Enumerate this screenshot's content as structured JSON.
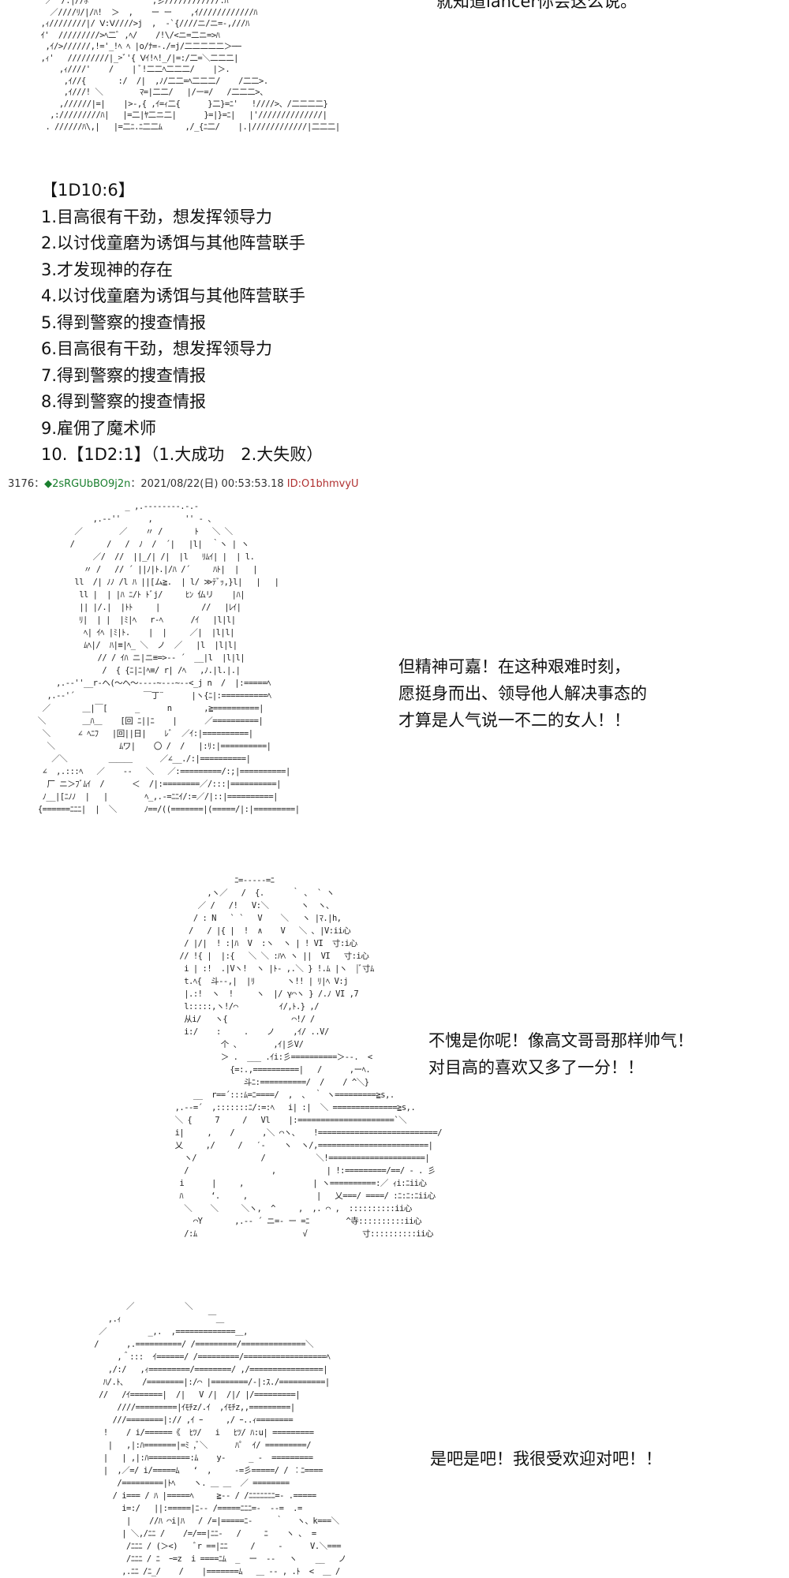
{
  "top_caption": "就知道lancer你会这么说。",
  "roll_header": "【1D10:6】",
  "choices": [
    "1.目高很有干劲，想发挥领导力",
    "2.以讨伐童磨为诱饵与其他阵营联手",
    "3.才发现神的存在",
    "4.以讨伐童磨为诱饵与其他阵营联手",
    "5.得到警察的搜查情报",
    "6.目高很有干劲，想发挥领导力",
    "7.得到警察的搜查情报",
    "8.得到警察的搜查情报",
    "9.雇佣了魔术师",
    "10.【1D2:1】（1.大成功　2.大失败）"
  ],
  "post_header": {
    "number": "3176",
    "separator": "：",
    "trip": "◆2sRGUbBO9j2n",
    "date": "：2021/08/22(日) 00:53:53.18",
    "id": "ID:O1bhmvyU"
  },
  "dialogue": {
    "panel1": [
      "但精神可嘉！在这种艰难时刻，",
      "愿挺身而出、领导他人解决事态的",
      "才算是人气说一不二的女人！！"
    ],
    "panel2": [
      "不愧是你呢！像高文哥哥那样帅气！",
      "对目高的喜欢又多了一分！！"
    ],
    "panel3": [
      "是吧是吧！我很受欢迎对吧！！"
    ]
  },
  "ascii_art": {
    "top": "   ／￣/.|//ﾎ              ,彡////////////.ﾊ\n    ／////ﾘ/|/ﾊ!  ＞  ,    ー ー    ,ｲ////////////ﾊ\n  ,ｨ////////|/ Ⅴ:Ⅴ////>j  ,  -`{////ニ/ニ=-,///ﾊ\n  ｲ'  /////////>ﾍ二ﾞ ,ﾍ/    /!\\/<ニ=二ニ=>ﾊ\n   ,ｲ/>//////,!='_!ﾍ ﾍ |o/ﾅ=-./=j/二二二二二＞──\n  ,ｨ'   /////////|_>ﾞ'{ Ⅴｲ!ﾍ!_/|=:/二=＼二二二|\n      ,ｨ////'    /    | ﾞ!二二ﾍ二二二/    |＞.\n       ,ｲ//{       :/  /|  ,ﾉ/二二=ﾍ二二二/    /二二>.\n       ,ｲ///! ＼        ﾏ=|二二/   |/ー=/   /二二二>、\n      ,//////|=|    |>-,{ ,ｲ=ｨ二{      }二}=ﾆ'   !////>、/二二二二}\n    ,://///////ﾊ|   |=二|ﾔ二ニ二|      }=|}=ﾆ|   |'//////////////|\n   . //////ﾊ\\,|   |=二ﾆ.ﾆ二二ﾑ     ,/_{ﾆ二/    |.|////////////|二二二|",
    "panel1": "                    _ ,.-‐‐‐‐‐‐‐.-.-\n             ,.-‐''      ,       '' ‐ 、\n         ／        ／    〃 /       ﾄ   ＼ ＼\n        /       /   /  ﾉ  /  ´|   |l|  ｀ヽ | ヽ\n             ／/  //  ||_/| /|  |l   ﾘﾑｲ| |  | l.\n           〃 /   // ´ ||ﾉ|ﾄ.|/ﾊ /´     ﾊﾄ|  |   |\n         ll  /| ﾉﾉ /l ﾊ ||[ム≧.  | l/ ≫ﾃﾞｯ,}l|   |   |\n          ll |  | |ﾊ ﾆ/ﾄ ﾄﾞj/     ﾋﾝ 仏リ    |ﾊ|\n          || |/.|  |ﾄﾄ     |         //   |ﾚｲ|\n          ﾘ|  | |  |ﾐ|ﾍ   r‐ﾍ      /ｲ   |l|l|\n           ﾍ| ｲﾍ |ﾐ|ﾄ.    |  |     ／|  |l|l|\n           ﾑﾍ|/  ﾊ|≡|ﾍ_ ＼  ノ  ／   |l  |l|l|\n              // / ｲﾊ ニ|ニ≡=>‐- ´  __|l  |l|l|\n               /  { {ﾆ|ﾆ|ﾍ≡/ r| /ﾍ   ,ﾉ.|l.|.|\n     ,.-‐''__r‐ヘ(～ヘ～‐‐-‐~‐-‐~-‐<_j n  /  |:=====ﾍ\n   ,.-‐'´               ￣丁¨      |ヽ{ﾆ|:==========ﾍ\n  ／       ＿|￣[      _      n       ,≧==========|\n ＼        ＿ﾊ＿    [回 ﾆ||ﾆ    |      ／==========|\n  ＼      ∠ ﾍﾆﾌ   |回||日|    ﾚﾞ  ／ｲ:|==========|\n   ＼              ﾑワ|    〇 /  /   |:ﾘ:|==========|\n    ／＼         ＿＿＿      ／∠__./:|==========|\n  ∠  ,.:::ﾍ   ／    ‐-   ＼   ／:=========/:;|==========|\n   厂 ニ＞ﾌﾞﾑｲ  /      ＜  /|:========／/:::|==========|\n  ﾉ__|[ﾆﾉﾉ  |   |        ﾍ_,.-=ﾆﾆｲ/:=／/|::|==========|\n {======ﾆﾆﾆ|  |  ＼      ﾉ==/((=======|(=====/|:|=========|",
    "panel2": "                     ﾆ=-‐-‐-=ﾆ\n               ,ヽ／   /  {.      ｀ ､  ` ヽ\n             ／ /   /!   V:＼       ヽ  ヽ、\n            / : N   ` `   V    ＼   ヽ |ﾏ.|h,\n           /   / |{ |  !  ∧    V   ＼ ､ |V:ii心\n          / |/|  ! :|ﾊ  V  :ヽ  ヽ | ! VI  寸:i心\n         // !{ |  |:{   ＼ ＼ :ﾊﾍ ヽ ||  VI   寸:i心\n          i | :!  .|Vヽ!  ヽ |ﾄ- ,.＼ } !.ﾑ |ヽ  |ﾞ寸ﾑ\n          t.ﾍ{  斗--,|  |ﾘ       ヽ!! | ﾘ|ﾍ V:j\n          |.:!  ヽ  !     ヽ  |/ γ⌒ヽ } /.ﾉ VI ,7\n          l:::::,ヽ!/⌒         ｲ/,ﾄ.} ,/\n          从i/   ヽ{              ⌒!/ /\n          i:/    :     .    ノ    ,ｲ/ ..V/\n                  个 、       ,ｲ|彡V/\n                  ＞ .  ___ .ｲi:彡==========＞--.  <\n                    {=:.,==========|   /      ,ーﾍ.\n                       斗ﾆ:==========/  /    / ^＼}\n            __  r==´:::ﾑ=ﾆ====/  ,  、 ｀ ヽ=========≧s,.\n        ,.-‐=´  ,:::::::ﾆ/:=:ﾍ   i| :|  ＼ ==============≧s,.\n        ＼ {     7     /   Vl    |:=====================`＼\n        i|     ,    /      ,＼ ⌒ヽ、   !==========================/\n        乂     ,/     /   ′-    ヽ  ヽ/,========================|\n          ヽ/              /           ＼!=====================|\n          /                  ,           | !:=========/==/ ‐ . 彡\n         i      |     ,               | ヽ==========:／ ｨi:ﾆii心\n         ﾊ      ‘.     ,               |   乂===/ ====/ :ﾆ:ﾆ:ﾆii心\n          ＼    ＼     ＼ヽ,  ^     ,  ,. ⌒ ,  ::::::::::ii心\n            ⌒Y       ,.-‐ ´ ニ=- ー =ﾆ        ^寺::::::::::ii心\n          /:ﾑ                       √            寸::::::::::ii心",
    "panel3": "           ／           ＼\n       ,.ｨ                   ￣＿\n     ／         _,.  ,=============＿,\n    /      ,.==========/ /=========/==============＼\n         ,＾:::  ｲ======/ /=========/==================ﾍ\n       ,/:/   ,ｨ=========/========/ ,/================|\n      ﾊ/.ﾄ､    /========|:/⌒ |========/-|:ｽ./==========|\n     //   /ｲ=======|  /|   V /|  /|/ |/=========|\n         ////=========|ｲﾓﾁz/.ｲ  ,ｲﾓﾁz,,=========|\n        ///========|:// ,ｲ ｰ     ,/ ｰ..ｨ========\n      !    / i/======《  ﾋﾂ/   i   ﾋﾂ/ ﾊ:u| =========\n       |   ,|:ﾊ=======|=ﾐ ,ﾞ＼      ﾊﾟ  ｲ/ =========/\n      |   | ,|:ﾊ=========:ﾑ    y‐     _ ‐  =========\n      |  ,／=/ i/=====ﾑ   ‘  ,     -=彡=====/ / ︰ﾆ====\n         /=========|ﾄﾍ    ヽ. ＿ ＿  ／ ========\n        / i=== / ﾊ |=====ﾍ     ≧‐‐ / /ﾆﾆﾆﾆﾆﾆﾆ=‐ .=====\n          i=:/   ||:=====|ﾆ‐‐ /=====ﾆﾆﾆ=‐  ‐-=  .= \n           |    //ﾊ ⌒i|ﾊ   / /=|=====ﾆ-     ｀   ヽ、k===＼\n          | ＼,/ﾆﾆ /    /=/==|ﾆﾆ-   /     ﾆ    ヽ ､  =\n           /ﾆﾆﾆ / (＞<)    ﾞr ==|ﾆﾆ     /     -      V.＼===\n           /ﾆﾆﾆ / ﾆ  ｰ=z  i ====ﾆﾑ  _  ー  ‐-   ヽ    __   ノ\n          ,.ﾆﾆ /ﾆ_/    /    |=======ﾑ   ＿ ‐‐ , .ﾄ  <  ＿ /"
  }
}
